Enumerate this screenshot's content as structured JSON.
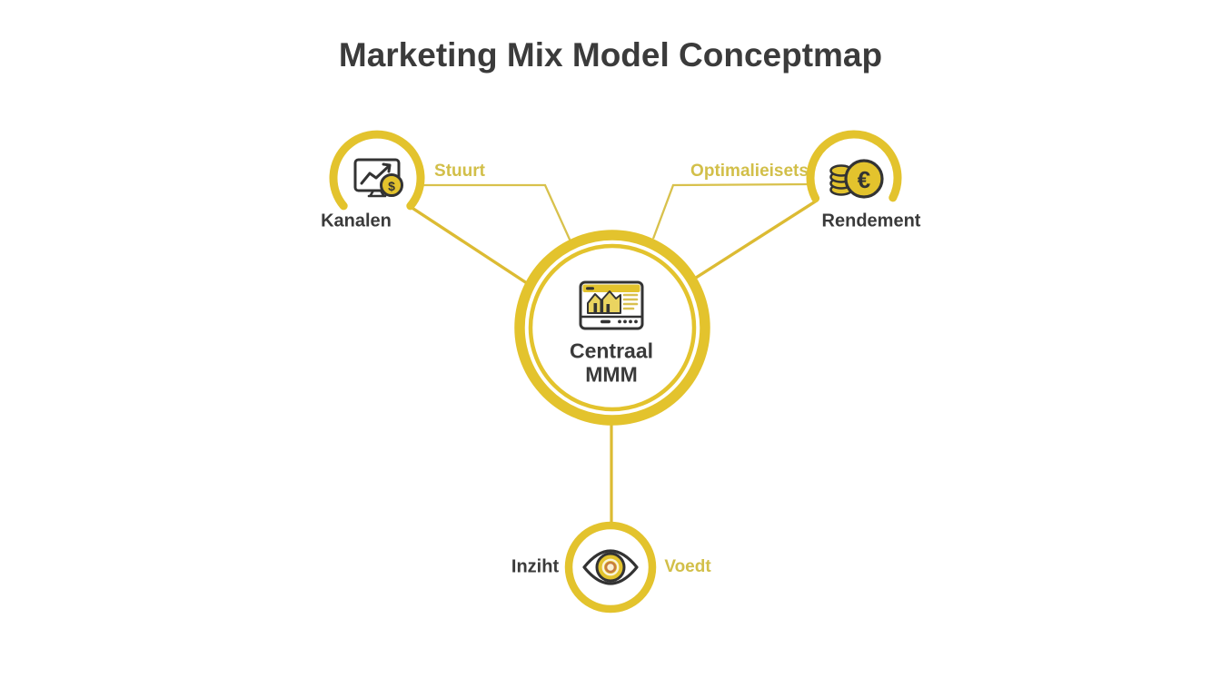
{
  "title": "Marketing Mix Model Conceptmap",
  "central_node": {
    "label": "Centraal MMM",
    "icon": "dashboard-chart-icon"
  },
  "nodes": [
    {
      "id": "kanalen",
      "label": "Kanalen",
      "edge_label": "Stuurt",
      "icon": "monitor-chart-dollar-icon",
      "position": "top-left"
    },
    {
      "id": "rendement",
      "label": "Rendement",
      "edge_label": "Optimalieisets",
      "icon": "euro-coins-icon",
      "position": "top-right"
    },
    {
      "id": "inziht",
      "label": "Inziht",
      "edge_label": "Voedt",
      "icon": "eye-icon",
      "position": "bottom"
    }
  ],
  "icon_glyphs": {
    "dollar": "$",
    "euro": "€"
  },
  "colors": {
    "accent_yellow": "#e3c32d",
    "line_yellow": "#d8c14c",
    "edge_label_yellow": "#d2bf49",
    "dark_text": "#3a3a3a",
    "icon_stroke": "#333333",
    "eye_center_orange": "#c77c3e",
    "background": "#ffffff"
  }
}
